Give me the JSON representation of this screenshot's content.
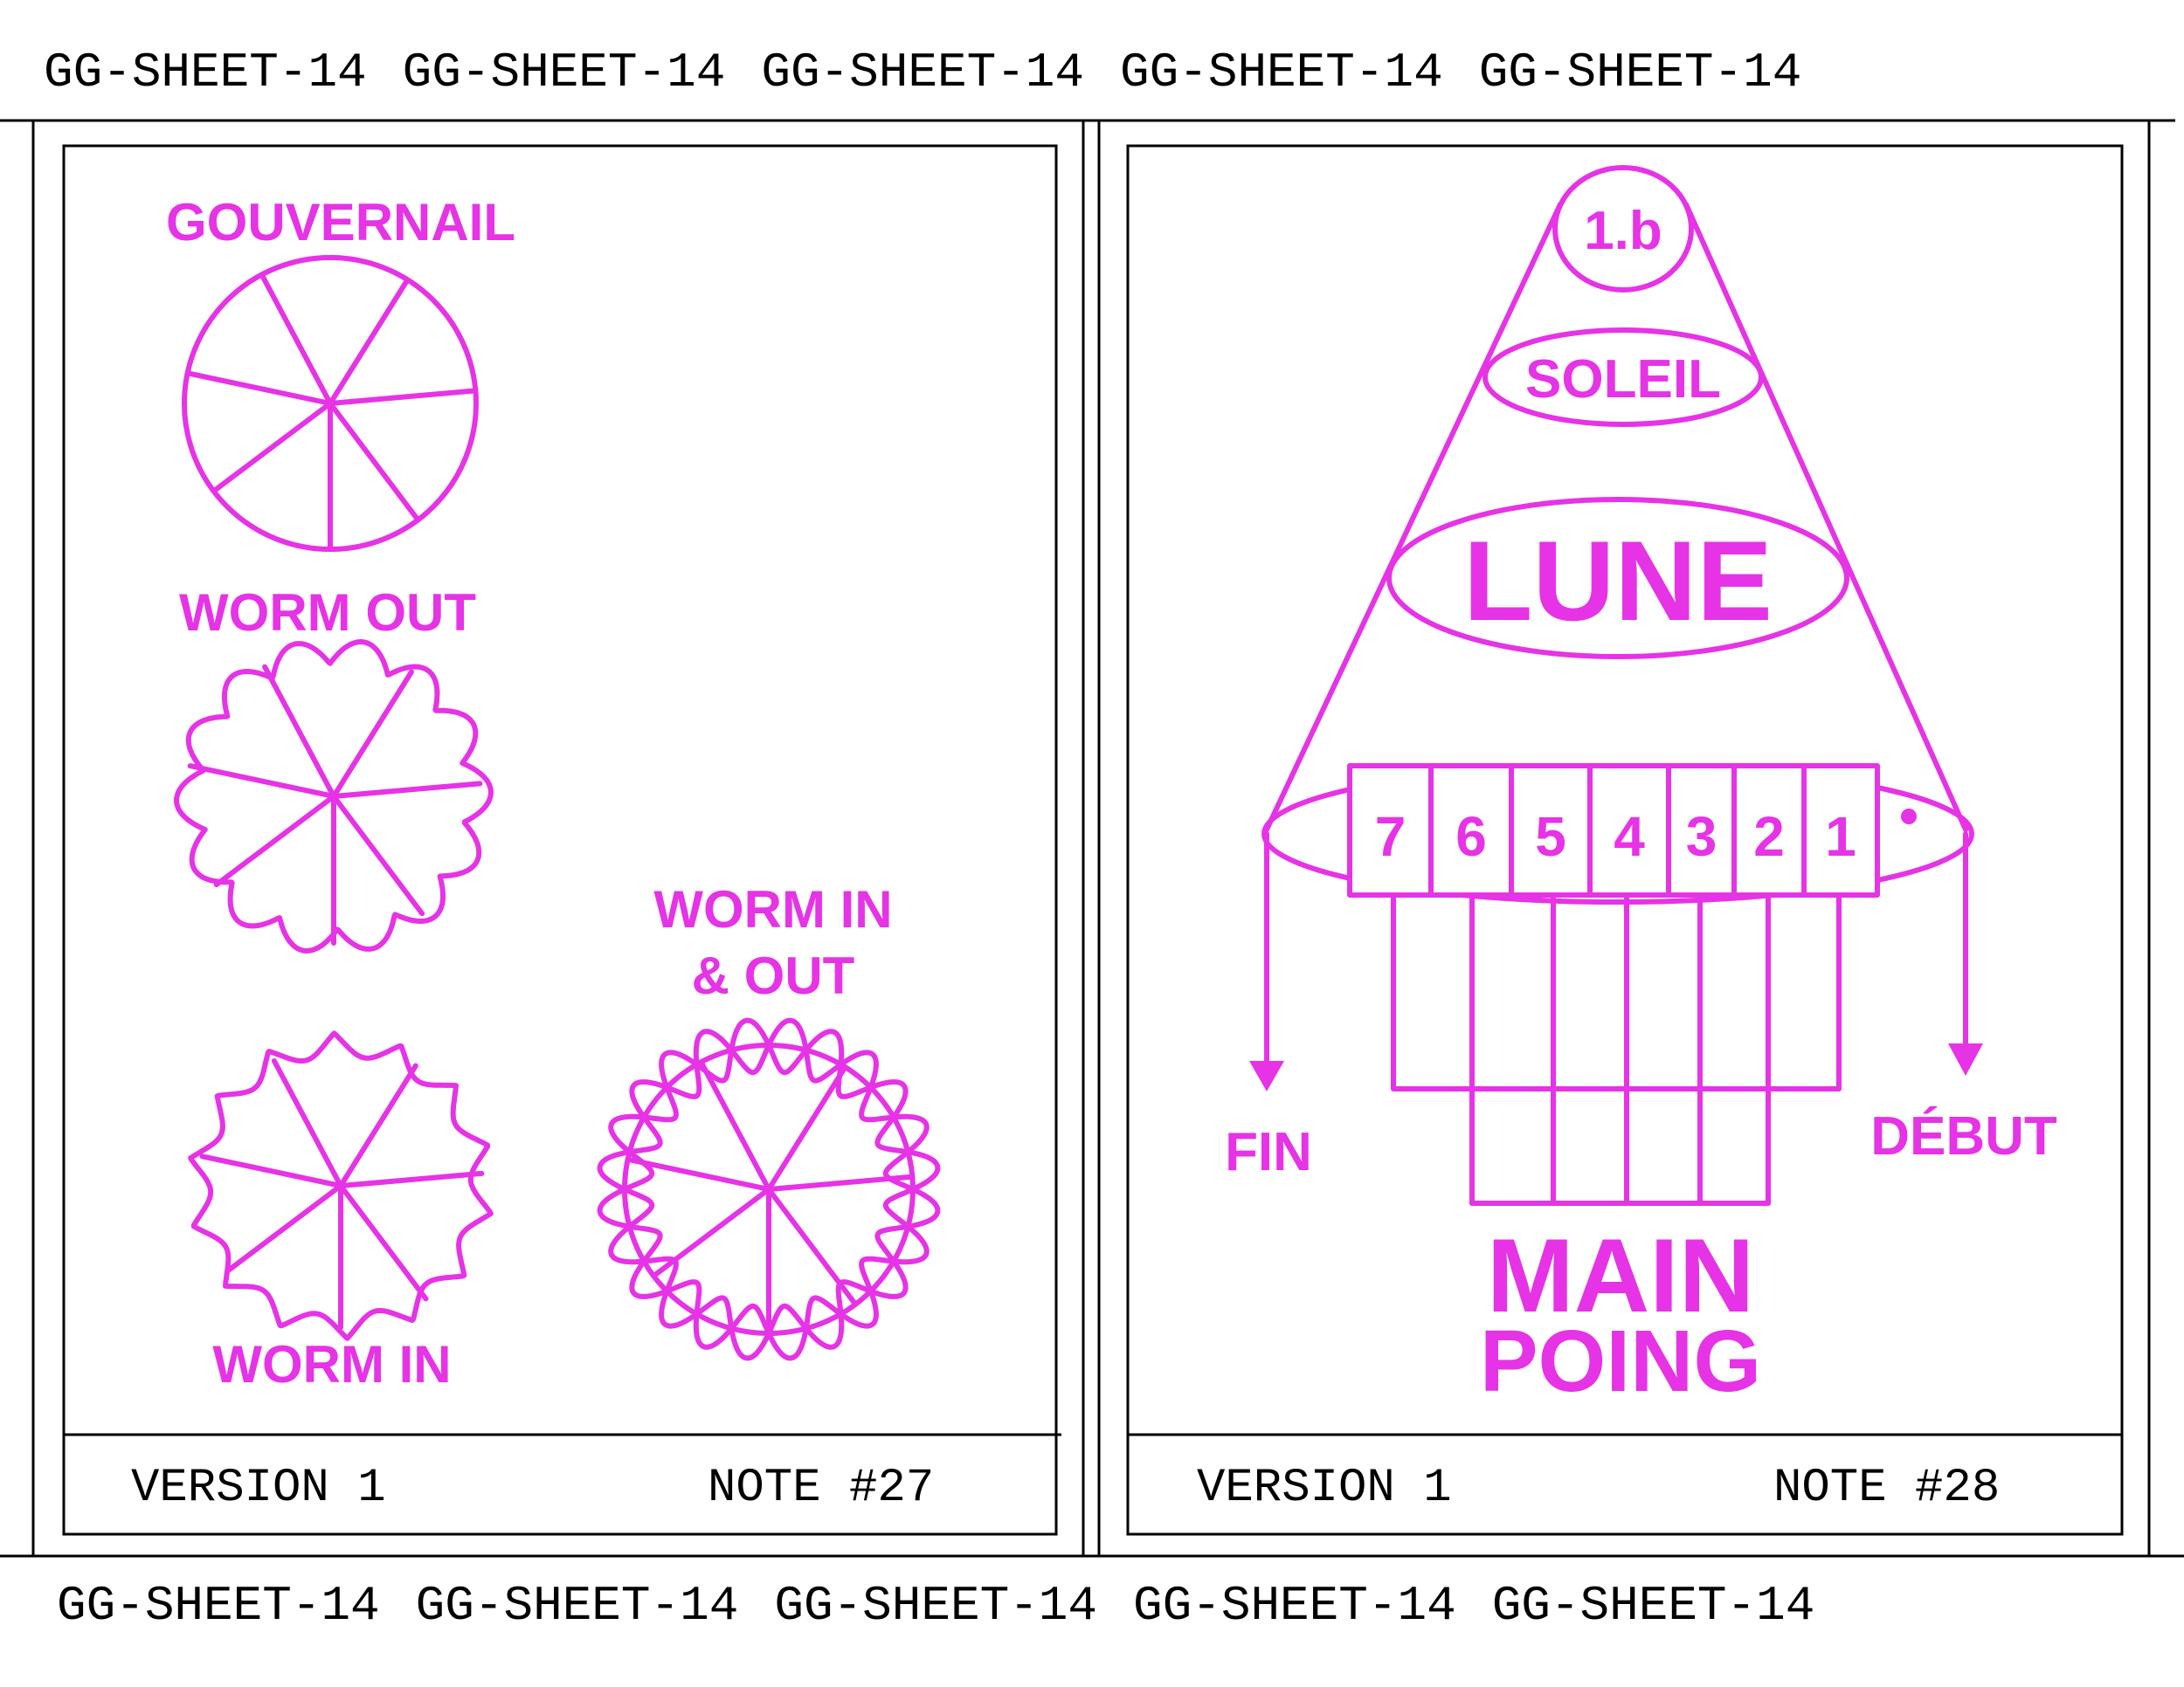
{
  "header_band": [
    "GG-SHEET-14",
    "GG-SHEET-14",
    "GG-SHEET-14",
    "GG-SHEET-14",
    "GG-SHEET-14"
  ],
  "footer_band": [
    "GG-SHEET-14",
    "GG-SHEET-14",
    "GG-SHEET-14",
    "GG-SHEET-14",
    "GG-SHEET-14"
  ],
  "colors": {
    "ink": "#e633e6",
    "frame": "#000000"
  },
  "card_left": {
    "labels": {
      "gouvernail": "GOUVERNAIL",
      "worm_out": "WORM OUT",
      "worm_in_out_line1": "WORM IN",
      "worm_in_out_line2": "& OUT",
      "worm_in": "WORM IN"
    },
    "footer": {
      "version": "VERSION 1",
      "note": "NOTE #27"
    }
  },
  "card_right": {
    "labels": {
      "top": "1.b",
      "soleil": "SOLEIL",
      "lune": "LUNE",
      "fin": "FIN",
      "debut": "DÉBUT",
      "main": "MAIN",
      "poing": "POING"
    },
    "cells": [
      "7",
      "6",
      "5",
      "4",
      "3",
      "2",
      "1"
    ],
    "footer": {
      "version": "VERSION 1",
      "note": "NOTE #28"
    }
  }
}
